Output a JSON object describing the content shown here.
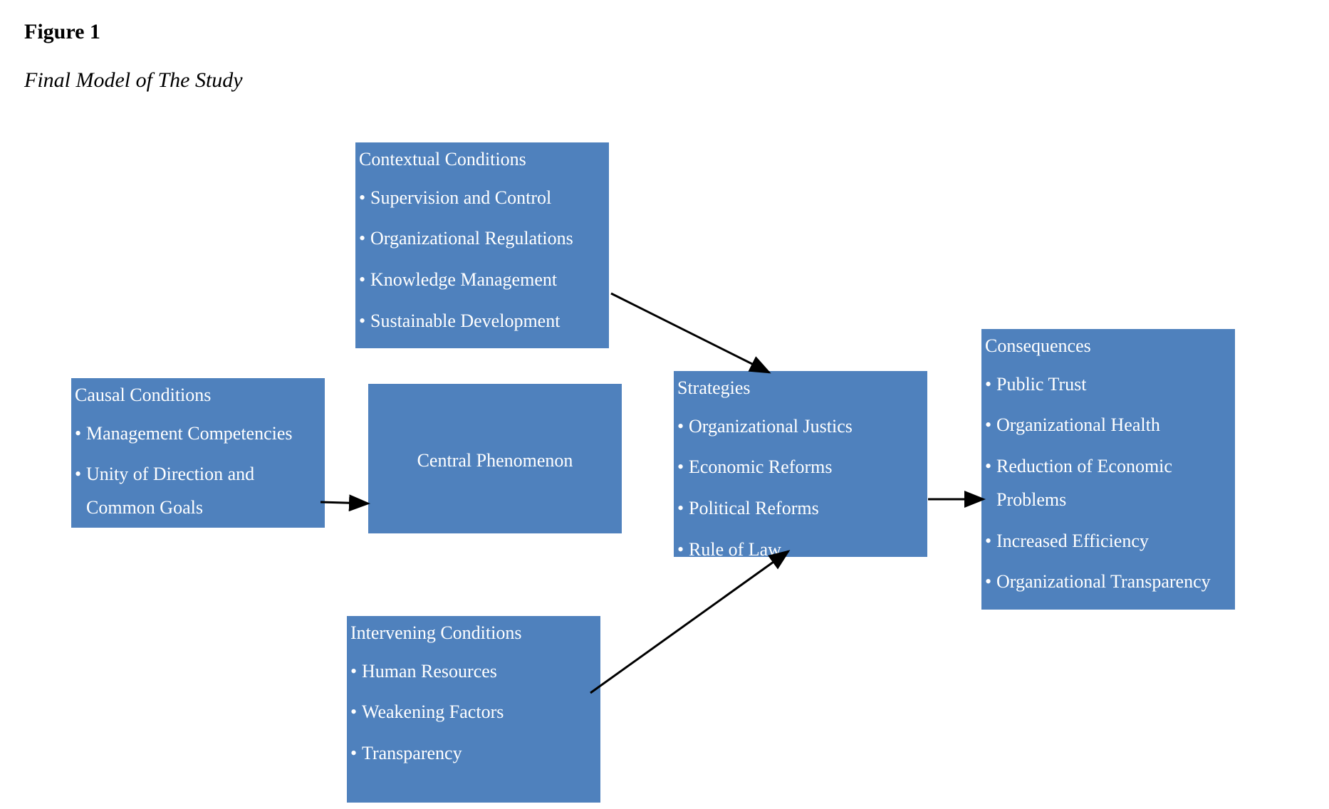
{
  "figure": {
    "label": "Figure 1",
    "title": "Final Model of The Study"
  },
  "boxes": {
    "contextual": {
      "title": "Contextual Conditions",
      "items": [
        "Supervision and Control",
        "Organizational Regulations",
        "Knowledge Management",
        "Sustainable Development"
      ]
    },
    "causal": {
      "title": "Causal Conditions",
      "items": [
        "Management Competencies",
        "Unity of Direction and Common Goals"
      ]
    },
    "central": {
      "title": "Central Phenomenon"
    },
    "strategies": {
      "title": "Strategies",
      "items": [
        "Organizational Justics",
        "Economic Reforms",
        "Political Reforms",
        "Rule of Law"
      ]
    },
    "consequences": {
      "title": "Consequences",
      "items": [
        "Public Trust",
        "Organizational Health",
        "Reduction of Economic Problems",
        "Increased Efficiency",
        "Organizational Transparency"
      ]
    },
    "intervening": {
      "title": "Intervening Conditions",
      "items": [
        "Human Resources",
        "Weakening Factors",
        "Transparency"
      ]
    }
  },
  "colors": {
    "box_fill": "#4f81bd",
    "box_text": "#ffffff",
    "arrow": "#000000"
  }
}
